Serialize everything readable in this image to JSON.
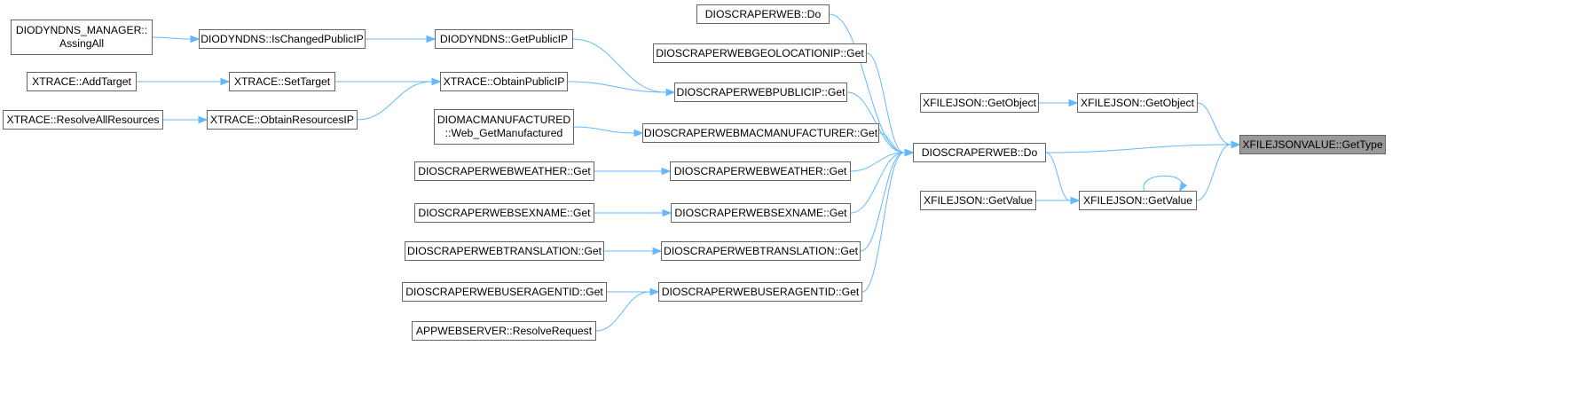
{
  "graph": {
    "nodes": [
      {
        "id": "n_dyn_mgr",
        "lines": [
          "DIODYNDNS_MANAGER::",
          "AssingAll"
        ]
      },
      {
        "id": "n_dyn_chg",
        "lines": [
          "DIODYNDNS::IsChangedPublicIP"
        ]
      },
      {
        "id": "n_dyn_get",
        "lines": [
          "DIODYNDNS::GetPublicIP"
        ]
      },
      {
        "id": "n_xt_add",
        "lines": [
          "XTRACE::AddTarget"
        ]
      },
      {
        "id": "n_xt_set",
        "lines": [
          "XTRACE::SetTarget"
        ]
      },
      {
        "id": "n_xt_obtpub",
        "lines": [
          "XTRACE::ObtainPublicIP"
        ]
      },
      {
        "id": "n_xt_resall",
        "lines": [
          "XTRACE::ResolveAllResources"
        ]
      },
      {
        "id": "n_xt_obtres",
        "lines": [
          "XTRACE::ObtainResourcesIP"
        ]
      },
      {
        "id": "n_mac_web",
        "lines": [
          "DIOMACMANUFACTURED",
          "::Web_GetManufactured"
        ]
      },
      {
        "id": "n_weather_l",
        "lines": [
          "DIOSCRAPERWEBWEATHER::Get"
        ]
      },
      {
        "id": "n_sexname_l",
        "lines": [
          "DIOSCRAPERWEBSEXNAME::Get"
        ]
      },
      {
        "id": "n_transl_l",
        "lines": [
          "DIOSCRAPERWEBTRANSLATION::Get"
        ]
      },
      {
        "id": "n_uagent_l",
        "lines": [
          "DIOSCRAPERWEBUSERAGENTID::Get"
        ]
      },
      {
        "id": "n_appweb",
        "lines": [
          "APPWEBSERVER::ResolveRequest"
        ]
      },
      {
        "id": "n_sw_do_top",
        "lines": [
          "DIOSCRAPERWEB::Do"
        ]
      },
      {
        "id": "n_geo",
        "lines": [
          "DIOSCRAPERWEBGEOLOCATIONIP::Get"
        ]
      },
      {
        "id": "n_pubip",
        "lines": [
          "DIOSCRAPERWEBPUBLICIP::Get"
        ]
      },
      {
        "id": "n_macm",
        "lines": [
          "DIOSCRAPERWEBMACMANUFACTURER::Get"
        ]
      },
      {
        "id": "n_weather_m",
        "lines": [
          "DIOSCRAPERWEBWEATHER::Get"
        ]
      },
      {
        "id": "n_sexname_m",
        "lines": [
          "DIOSCRAPERWEBSEXNAME::Get"
        ]
      },
      {
        "id": "n_transl_m",
        "lines": [
          "DIOSCRAPERWEBTRANSLATION::Get"
        ]
      },
      {
        "id": "n_uagent_m",
        "lines": [
          "DIOSCRAPERWEBUSERAGENTID::Get"
        ]
      },
      {
        "id": "n_sw_do",
        "lines": [
          "DIOSCRAPERWEB::Do"
        ]
      },
      {
        "id": "n_xfj_getobj_l",
        "lines": [
          "XFILEJSON::GetObject"
        ]
      },
      {
        "id": "n_xfj_getval_l",
        "lines": [
          "XFILEJSON::GetValue"
        ]
      },
      {
        "id": "n_xfj_getobj",
        "lines": [
          "XFILEJSON::GetObject"
        ]
      },
      {
        "id": "n_xfj_getval",
        "lines": [
          "XFILEJSON::GetValue"
        ]
      },
      {
        "id": "n_target",
        "lines": [
          "XFILEJSONVALUE::GetType"
        ],
        "focus": true
      }
    ],
    "edges": [
      [
        "n_dyn_mgr",
        "n_dyn_chg"
      ],
      [
        "n_dyn_chg",
        "n_dyn_get"
      ],
      [
        "n_dyn_get",
        "n_pubip"
      ],
      [
        "n_xt_add",
        "n_xt_set"
      ],
      [
        "n_xt_set",
        "n_xt_obtpub"
      ],
      [
        "n_xt_resall",
        "n_xt_obtres"
      ],
      [
        "n_xt_obtres",
        "n_xt_obtpub"
      ],
      [
        "n_xt_obtpub",
        "n_pubip"
      ],
      [
        "n_mac_web",
        "n_macm"
      ],
      [
        "n_weather_l",
        "n_weather_m"
      ],
      [
        "n_sexname_l",
        "n_sexname_m"
      ],
      [
        "n_transl_l",
        "n_transl_m"
      ],
      [
        "n_uagent_l",
        "n_uagent_m"
      ],
      [
        "n_appweb",
        "n_uagent_m"
      ],
      [
        "n_sw_do_top",
        "n_sw_do"
      ],
      [
        "n_geo",
        "n_sw_do"
      ],
      [
        "n_pubip",
        "n_sw_do"
      ],
      [
        "n_macm",
        "n_sw_do"
      ],
      [
        "n_weather_m",
        "n_sw_do"
      ],
      [
        "n_sexname_m",
        "n_sw_do"
      ],
      [
        "n_transl_m",
        "n_sw_do"
      ],
      [
        "n_uagent_m",
        "n_sw_do"
      ],
      [
        "n_sw_do",
        "n_xfj_getval"
      ],
      [
        "n_sw_do",
        "n_target"
      ],
      [
        "n_xfj_getobj_l",
        "n_xfj_getobj"
      ],
      [
        "n_xfj_getval_l",
        "n_xfj_getval"
      ],
      [
        "n_xfj_getobj",
        "n_target"
      ],
      [
        "n_xfj_getval",
        "n_target"
      ],
      [
        "n_xfj_getval",
        "n_xfj_getval"
      ]
    ],
    "colors": {
      "edge": "#63b8ff",
      "node_border": "#666666",
      "node_fill": "#ffffff",
      "focus_fill": "#999999",
      "text": "#000000"
    }
  }
}
